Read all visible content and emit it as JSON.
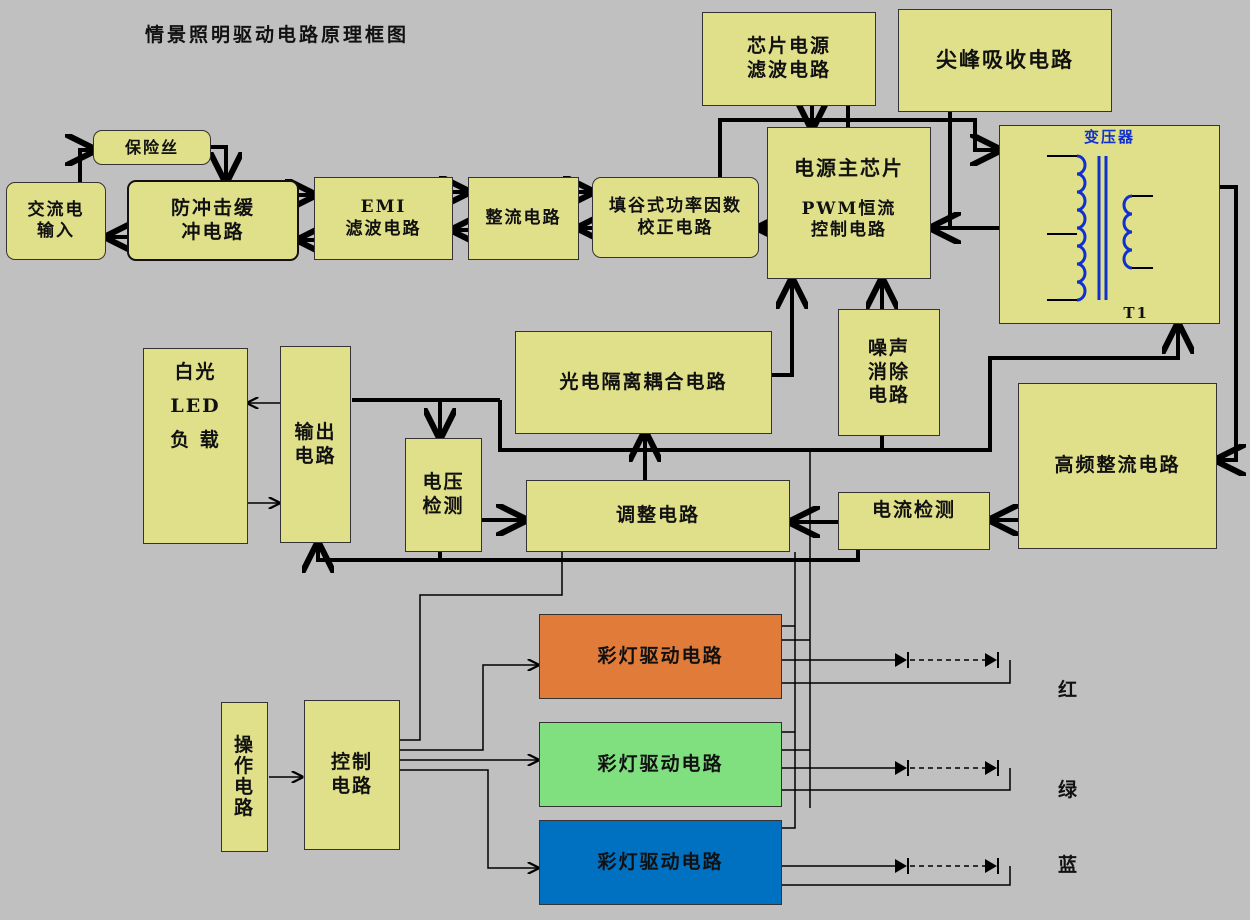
{
  "title": "情景照明驱动电路原理框图",
  "blocks": {
    "chip_power_filter": "芯片电源\n滤波电路",
    "spike_absorb": "尖峰吸收电路",
    "fuse": "保险丝",
    "ac_input": "交流电\n输入",
    "surge_buffer": "防冲击缓\n冲电路",
    "emi_filter": "EMI\n滤波电路",
    "rectifier": "整流电路",
    "pfc": "填谷式功率因数\n校正电路",
    "main_chip": "电源主芯片",
    "pwm": "PWM恒流\n控制电路",
    "transformer": "变压器",
    "transformer_ref": "T1",
    "opto": "光电隔离耦合电路",
    "noise": "噪声\n消除\n电路",
    "led_load_1": "白光",
    "led_load_2": "LED",
    "led_load_3": "负  载",
    "output": "输出\n电路",
    "voltage_detect": "电压\n检测",
    "adjust": "调整电路",
    "hf_rectifier": "高频整流电路",
    "current_detect": "电流检测",
    "drive_red": "彩灯驱动电路",
    "drive_green": "彩灯驱动电路",
    "drive_blue": "彩灯驱动电路",
    "operation": "操\n作\n电\n路",
    "control": "控制\n电路"
  },
  "channel_labels": [
    "红",
    "绿",
    "蓝"
  ],
  "colors": {
    "background": "#c0c0c0",
    "block": "#e0e08a",
    "red": "#e07b39",
    "green": "#80e080",
    "blue": "#0070c0",
    "coil": "#1030d0"
  }
}
